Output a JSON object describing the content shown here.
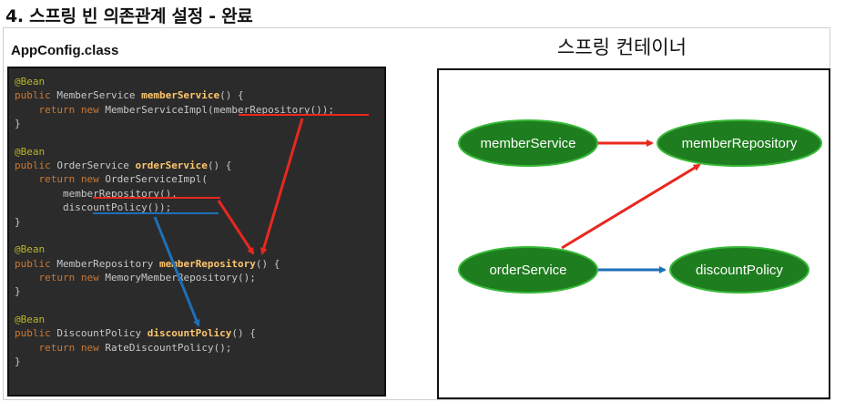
{
  "title": "4. 스프링 빈 의존관계 설정 - 완료",
  "code_panel": {
    "label": "AppConfig.class",
    "lines": [
      [
        {
          "t": "ann",
          "v": "@Bean"
        }
      ],
      [
        {
          "t": "kw",
          "v": "public "
        },
        {
          "t": "plain",
          "v": "MemberService "
        },
        {
          "t": "fn",
          "v": "memberService"
        },
        {
          "t": "plain",
          "v": "() {"
        }
      ],
      [
        {
          "t": "plain",
          "v": "    "
        },
        {
          "t": "kw",
          "v": "return new "
        },
        {
          "t": "plain",
          "v": "MemberServiceImpl(memberRepository());"
        }
      ],
      [
        {
          "t": "plain",
          "v": "}"
        }
      ],
      [],
      [
        {
          "t": "ann",
          "v": "@Bean"
        }
      ],
      [
        {
          "t": "kw",
          "v": "public "
        },
        {
          "t": "plain",
          "v": "OrderService "
        },
        {
          "t": "fn",
          "v": "orderService"
        },
        {
          "t": "plain",
          "v": "() {"
        }
      ],
      [
        {
          "t": "plain",
          "v": "    "
        },
        {
          "t": "kw",
          "v": "return new "
        },
        {
          "t": "plain",
          "v": "OrderServiceImpl("
        }
      ],
      [
        {
          "t": "plain",
          "v": "        memberRepository(),"
        }
      ],
      [
        {
          "t": "plain",
          "v": "        discountPolicy());"
        }
      ],
      [
        {
          "t": "plain",
          "v": "}"
        }
      ],
      [],
      [
        {
          "t": "ann",
          "v": "@Bean"
        }
      ],
      [
        {
          "t": "kw",
          "v": "public "
        },
        {
          "t": "plain",
          "v": "MemberRepository "
        },
        {
          "t": "fn",
          "v": "memberRepository"
        },
        {
          "t": "plain",
          "v": "() {"
        }
      ],
      [
        {
          "t": "plain",
          "v": "    "
        },
        {
          "t": "kw",
          "v": "return new "
        },
        {
          "t": "plain",
          "v": "MemoryMemberRepository();"
        }
      ],
      [
        {
          "t": "plain",
          "v": "}"
        }
      ],
      [],
      [
        {
          "t": "ann",
          "v": "@Bean"
        }
      ],
      [
        {
          "t": "kw",
          "v": "public "
        },
        {
          "t": "plain",
          "v": "DiscountPolicy "
        },
        {
          "t": "fn",
          "v": "discountPolicy"
        },
        {
          "t": "plain",
          "v": "() {"
        }
      ],
      [
        {
          "t": "plain",
          "v": "    "
        },
        {
          "t": "kw",
          "v": "return new "
        },
        {
          "t": "plain",
          "v": "RateDiscountPolicy();"
        }
      ],
      [
        {
          "t": "plain",
          "v": "}"
        }
      ]
    ]
  },
  "container": {
    "label": "스프링 컨테이너",
    "nodes": {
      "member_service": "memberService",
      "member_repository": "memberRepository",
      "order_service": "orderService",
      "discount_policy": "discountPolicy"
    }
  },
  "colors": {
    "node_fill": "#1e7d1e",
    "node_stroke": "#36b836",
    "red_arrow": "#e8281e",
    "blue_arrow": "#1f6fb8"
  }
}
